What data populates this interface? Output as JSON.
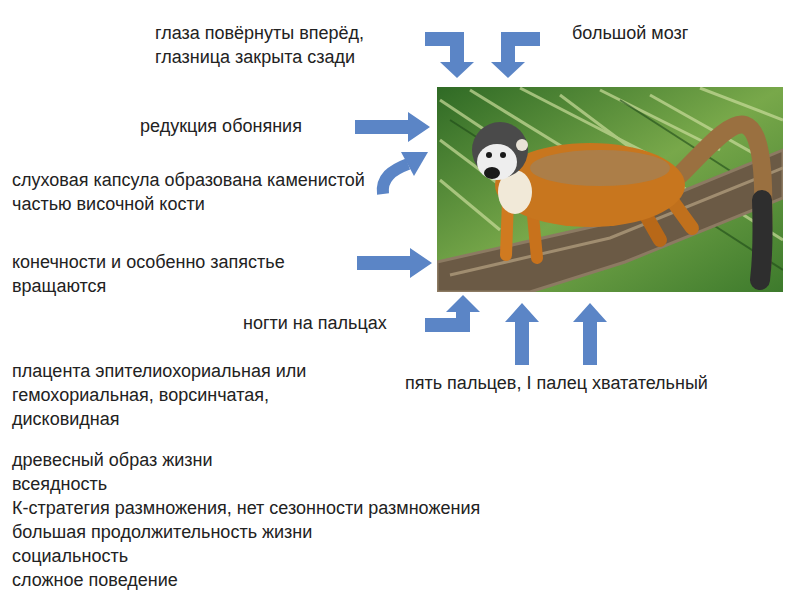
{
  "diagram": {
    "labels": [
      "глаза повёрнуты вперёд, глазница закрыта сзади",
      "большой мозг",
      "редукция обоняния",
      "слуховая капсула образована каменистой частью височной кости",
      "конечности и особенно запястье вращаются",
      "ногти на пальцах",
      "плацента эпителиохориальная или гемохориальная, ворсинчатая, дисковидная",
      "пять пальцев, I палец хватательный",
      "древесный образ жизни",
      "всеядность",
      "К-стратегия размножения, нет сезонности размножения",
      "большая продолжительность жизни",
      "социальность",
      "сложное поведение"
    ]
  }
}
